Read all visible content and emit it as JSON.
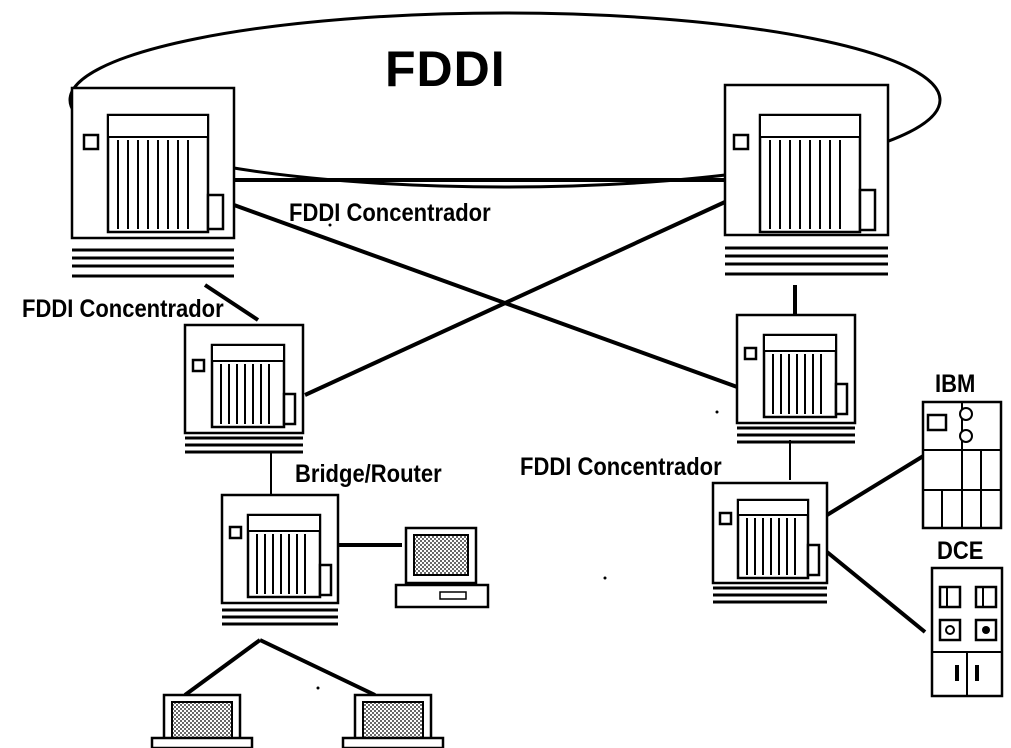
{
  "diagram": {
    "ring_label": "FDDI",
    "labels": {
      "top_center": "FDDI Concentrador",
      "left": "FDDI Concentrador",
      "right": "FDDI Concentrador",
      "bridge": "Bridge/Router",
      "ibm": "IBM",
      "dce": "DCE"
    },
    "nodes": [
      {
        "id": "concentrator-top-left",
        "type": "concentrator"
      },
      {
        "id": "concentrator-top-right",
        "type": "concentrator"
      },
      {
        "id": "concentrator-mid-left",
        "type": "concentrator"
      },
      {
        "id": "concentrator-mid-right",
        "type": "concentrator"
      },
      {
        "id": "bridge-router",
        "type": "router"
      },
      {
        "id": "concentrator-low-right",
        "type": "concentrator"
      },
      {
        "id": "workstation-right",
        "type": "workstation"
      },
      {
        "id": "workstation-bottom-left",
        "type": "workstation"
      },
      {
        "id": "workstation-bottom-center",
        "type": "workstation"
      },
      {
        "id": "ibm-host",
        "type": "mainframe"
      },
      {
        "id": "dce-host",
        "type": "mainframe"
      }
    ]
  }
}
